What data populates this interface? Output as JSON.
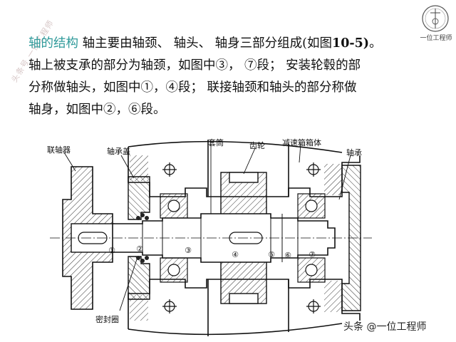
{
  "watermark": "头条号 一位工程师",
  "logo": {
    "text": "一位工程师"
  },
  "paragraph": {
    "term": "轴的结构",
    "line1_rest": "  轴主要由轴颈、 轴头、 轴身三部分组成(如图",
    "line1_fig": "10-5)",
    "line1_end": "。",
    "line2": "轴上被支承的部分为轴颈，如图中③， ⑦段； 安装轮毂的部",
    "line3": "分称做轴头，如图中①，④段；  联接轴颈和轴头的部分称做",
    "line4": "轴身，如图中②，⑥段。"
  },
  "figure": {
    "callouts": {
      "coupling": "联轴器",
      "bearing_cover": "轴承盖",
      "sleeve": "套筒",
      "gear": "齿轮",
      "gearbox_housing": "减速箱箱体",
      "bearing": "轴承",
      "seal": "密封圈"
    },
    "segments": [
      "①",
      "②",
      "③",
      "④",
      "⑤",
      "⑥",
      "⑦"
    ]
  },
  "footer": {
    "brand": "头条 @一位工程师"
  },
  "colors": {
    "term": "#2f9a9a",
    "line": "#111111",
    "hatch": "#333333"
  }
}
